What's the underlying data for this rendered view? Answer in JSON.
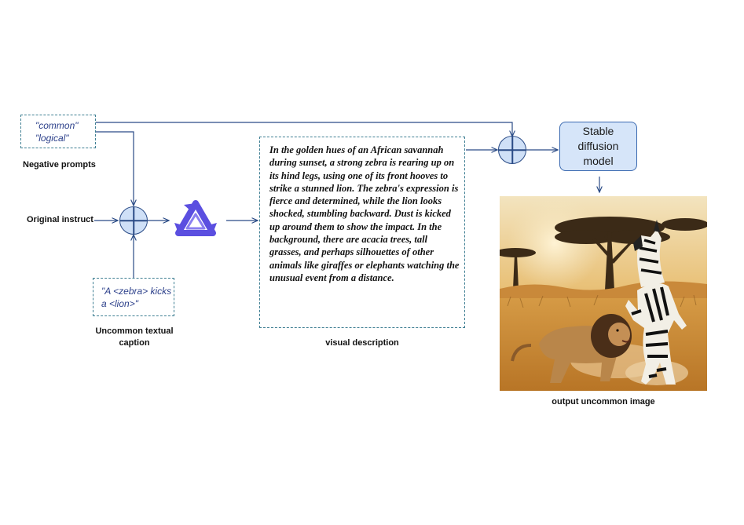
{
  "negative_prompts": {
    "line1": "\"common\"",
    "line2": "\"logical\"",
    "label": "Negative prompts"
  },
  "original_instruct": {
    "label": "Original instruct"
  },
  "uncommon_caption": {
    "line1": "\"A <zebra> kicks",
    "line2": "a <lion>\"",
    "label_line1": "Uncommon textual",
    "label_line2": "caption"
  },
  "visual_description": {
    "text": "In the golden hues of an African savannah during sunset, a strong zebra is rearing up on its hind legs, using one of its front hooves to strike a stunned lion. The zebra's expression is fierce and determined, while the lion looks shocked, stumbling backward. Dust is kicked up around them to show the impact. In the background, there are acacia trees, tall grasses, and perhaps silhouettes of other animals like giraffes or elephants watching the unusual event from a distance.",
    "label": "visual description"
  },
  "stable_diffusion": {
    "line1": "Stable",
    "line2": "diffusion",
    "line3": "model"
  },
  "output": {
    "label": "output uncommon image"
  },
  "icons": {
    "llm": "llm-logo-icon",
    "combine": "plus-circle-icon",
    "output_image": "zebra-kicks-lion-image"
  },
  "colors": {
    "line": "#2a4b86",
    "dotted_border": "#3f7f93",
    "circle_fill": "#cfe0f7",
    "model_fill": "#d6e5f9",
    "logo": "#5b4fe0"
  }
}
